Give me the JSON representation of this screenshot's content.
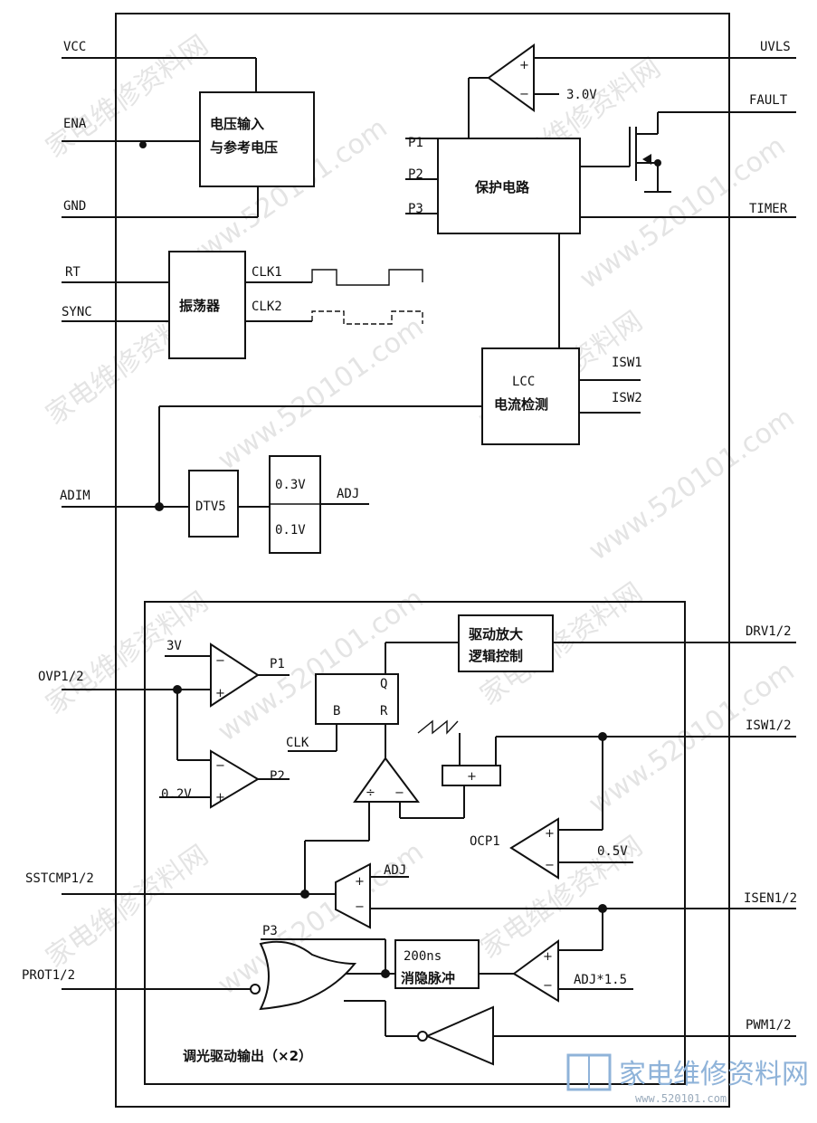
{
  "pins_left": {
    "vcc": "VCC",
    "ena": "ENA",
    "gnd": "GND",
    "rt": "RT",
    "sync": "SYNC",
    "adim": "ADIM",
    "ovp": "OVP1/2",
    "sstcmp": "SSTCMP1/2",
    "prot": "PROT1/2"
  },
  "pins_right": {
    "uvls": "UVLS",
    "fault": "FAULT",
    "timer": "TIMER",
    "isw1": "ISW1",
    "isw2": "ISW2",
    "drv": "DRV1/2",
    "isw12": "ISW1/2",
    "isen": "ISEN1/2",
    "pwm": "PWM1/2"
  },
  "blocks": {
    "vref_line1": "电压输入",
    "vref_line2": "与参考电压",
    "osc": "振荡器",
    "protect": "保护电路",
    "lcc_line1": "LCC",
    "lcc_line2": "电流检测",
    "dtv5": "DTV5",
    "v03": "0.3V",
    "v01": "0.1V",
    "drv_line1": "驱动放大",
    "drv_line2": "逻辑控制",
    "blank_line1": "200ns",
    "blank_line2": "消隐脉冲",
    "dim_title": "调光驱动输出（×2）"
  },
  "labels": {
    "v30": "3.0V",
    "p1_in": "P1",
    "p2_in": "P2",
    "p3_in": "P3",
    "clk1": "CLK1",
    "clk2": "CLK2",
    "adj": "ADJ",
    "v3": "3V",
    "p1": "P1",
    "p2": "P2",
    "v02": "0.2V",
    "clk": "CLK",
    "b": "B",
    "q": "Q",
    "r": "R",
    "ocp1": "OCP1",
    "v05": "0.5V",
    "adj2": "ADJ",
    "p3": "P3",
    "adj15": "ADJ*1.5"
  },
  "watermark": {
    "text1": "家电维修资料网",
    "text2": "www.520101.com",
    "logo": "家电维修资料网",
    "logo_url": "www.520101.com"
  }
}
